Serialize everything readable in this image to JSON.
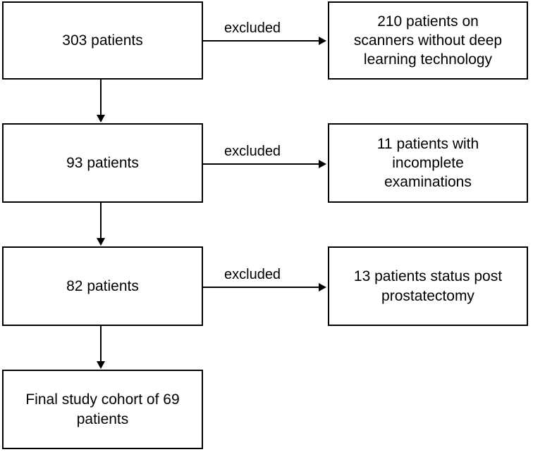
{
  "diagram": {
    "type": "patient-selection-flowchart",
    "title": "",
    "colors": {
      "background": "#ffffff",
      "stroke": "#000000",
      "text": "#000000"
    },
    "nodes": [
      {
        "id": "cohort-303",
        "column": "left",
        "row": 1,
        "label": "303 patients"
      },
      {
        "id": "excluded-210",
        "column": "right",
        "row": 1,
        "label": "210 patients on\nscanners without deep\nlearning technology"
      },
      {
        "id": "cohort-93",
        "column": "left",
        "row": 2,
        "label": "93 patients"
      },
      {
        "id": "excluded-11",
        "column": "right",
        "row": 2,
        "label": "11 patients with\nincomplete\nexaminations"
      },
      {
        "id": "cohort-82",
        "column": "left",
        "row": 3,
        "label": "82 patients"
      },
      {
        "id": "excluded-13",
        "column": "right",
        "row": 3,
        "label": "13 patients status post\nprostatectomy"
      },
      {
        "id": "final-cohort",
        "column": "left",
        "row": 4,
        "label": "Final study cohort of 69\npatients"
      }
    ],
    "edges": [
      {
        "id": "edge-303-to-210",
        "from": "cohort-303",
        "to": "excluded-210",
        "direction": "right",
        "label": "excluded"
      },
      {
        "id": "edge-303-to-93",
        "from": "cohort-303",
        "to": "cohort-93",
        "direction": "down",
        "label": ""
      },
      {
        "id": "edge-93-to-11",
        "from": "cohort-93",
        "to": "excluded-11",
        "direction": "right",
        "label": "excluded"
      },
      {
        "id": "edge-93-to-82",
        "from": "cohort-93",
        "to": "cohort-82",
        "direction": "down",
        "label": ""
      },
      {
        "id": "edge-82-to-13",
        "from": "cohort-82",
        "to": "excluded-13",
        "direction": "right",
        "label": "excluded"
      },
      {
        "id": "edge-82-to-final",
        "from": "cohort-82",
        "to": "final-cohort",
        "direction": "down",
        "label": ""
      }
    ],
    "edge_labels": {
      "excluded_1": "excluded",
      "excluded_2": "excluded",
      "excluded_3": "excluded"
    }
  }
}
